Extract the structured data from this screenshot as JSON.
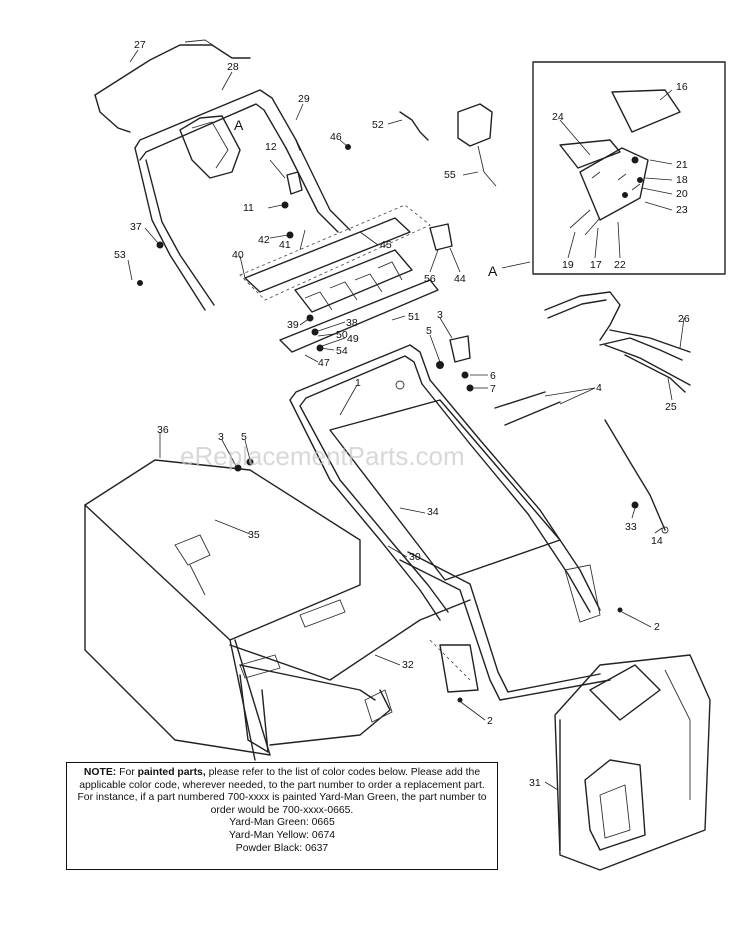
{
  "watermark": "eReplacementParts.com",
  "callouts": [
    "27",
    "28",
    "29",
    "A",
    "52",
    "55",
    "16",
    "24",
    "21",
    "18",
    "20",
    "23",
    "19",
    "17",
    "22",
    "46",
    "12",
    "11",
    "42",
    "41",
    "45",
    "37",
    "53",
    "40",
    "56",
    "44",
    "A",
    "39",
    "38",
    "50",
    "51",
    "49",
    "54",
    "47",
    "5",
    "3",
    "6",
    "7",
    "4",
    "26",
    "25",
    "1",
    "36",
    "3",
    "5",
    "34",
    "35",
    "30",
    "33",
    "14",
    "2",
    "32",
    "2",
    "31"
  ],
  "note": {
    "label": "NOTE:",
    "text1": "For",
    "bold": "painted parts,",
    "text2": "please refer to the list of color codes below. Please add the applicable color code, wherever needed, to the part number to order a replacement part. For instance, if a part numbered 700-xxxx is painted Yard-Man Green, the part number to order would be 700-xxxx-0665.",
    "codes": [
      "Yard-Man Green: 0665",
      "Yard-Man Yellow: 0674",
      "Powder Black: 0637"
    ]
  }
}
